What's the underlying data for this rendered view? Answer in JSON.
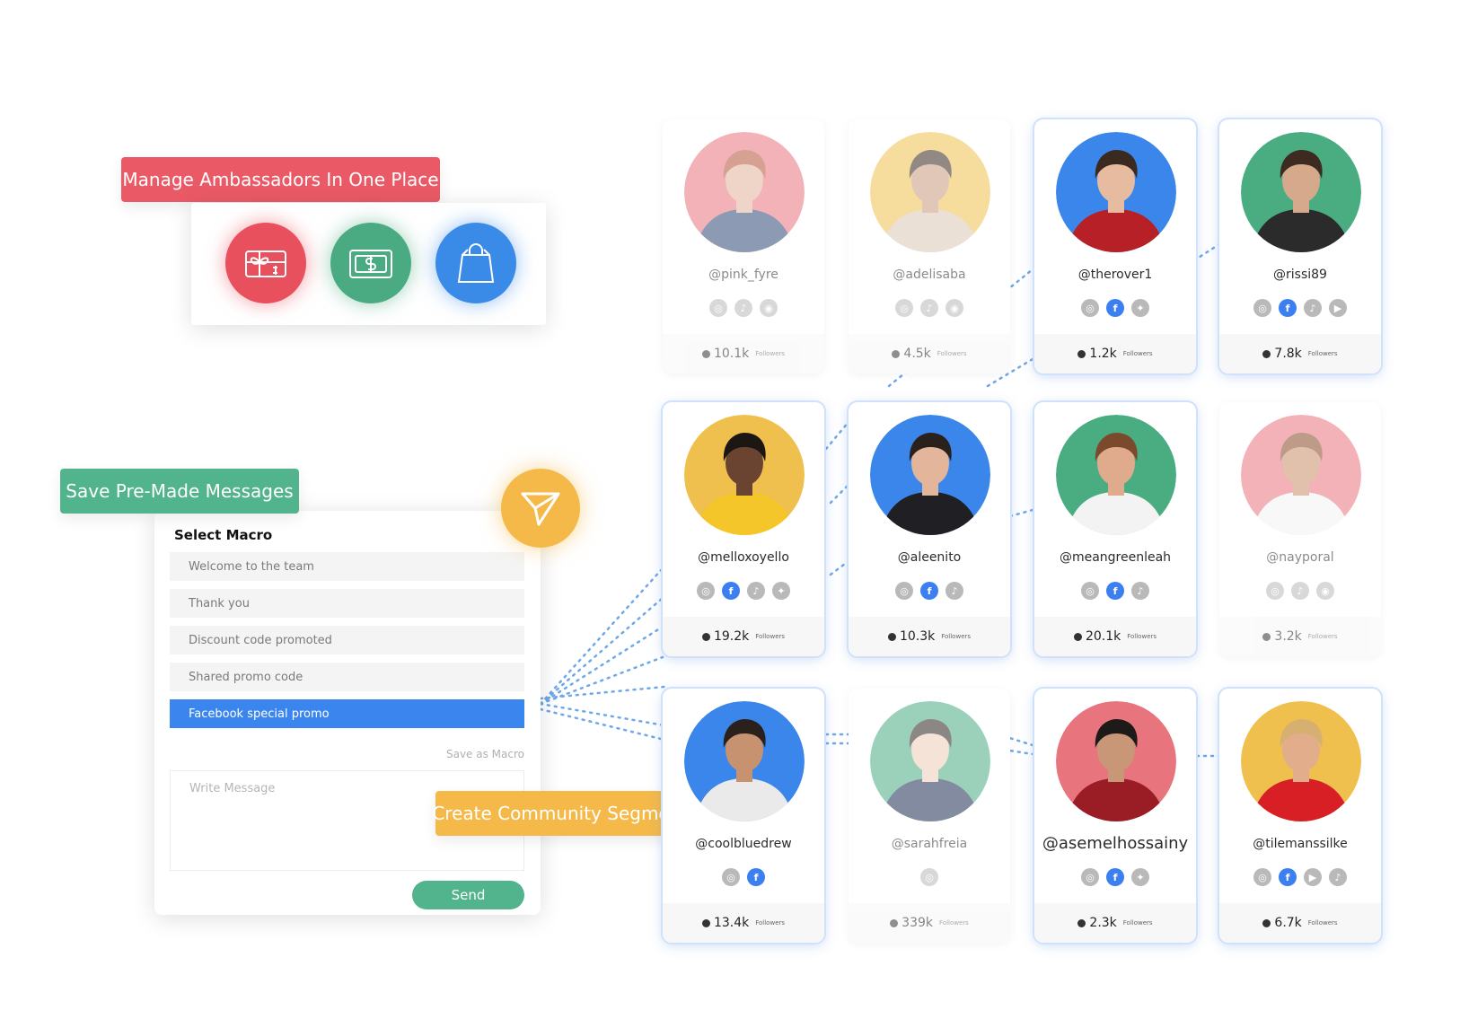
{
  "labels": {
    "manage": "Manage Ambassadors In One Place",
    "save": "Save Pre-Made Messages",
    "create": "Create Community Segments"
  },
  "colors": {
    "red": "#ea5a66",
    "green": "#52b48c",
    "orange": "#f5b94a",
    "blue": "#3b86ee"
  },
  "feature_icons": [
    "gift-card-icon",
    "cash-icon",
    "shopping-bag-icon"
  ],
  "macro": {
    "title": "Select Macro",
    "items": [
      "Welcome to the team",
      "Thank you",
      "Discount code promoted",
      "Shared promo code",
      "Facebook special promo"
    ],
    "selected_index": 4,
    "save_as": "Save as Macro",
    "message_placeholder": "Write Message",
    "send": "Send"
  },
  "followers_label": "Followers",
  "ambassadors": [
    {
      "handle": "@pink_fyre",
      "followers": "10.1k",
      "socials": [
        "instagram",
        "tiktok",
        "snapchat"
      ],
      "bg": "#e8757e",
      "skin": "#e3b49a",
      "hair": "#b6553c",
      "shirt": "#2f4a76",
      "highlighted": false
    },
    {
      "handle": "@adelisaba",
      "followers": "4.5k",
      "socials": [
        "instagram",
        "tiktok",
        "snapchat"
      ],
      "bg": "#f0c04e",
      "skin": "#c99a7e",
      "hair": "#3a2a22",
      "shirt": "#d9c8b3",
      "highlighted": false
    },
    {
      "handle": "@therover1",
      "followers": "1.2k",
      "socials": [
        "instagram",
        "facebook",
        "twitter"
      ],
      "bg": "#3a86ea",
      "skin": "#e6bba0",
      "hair": "#3b2a20",
      "shirt": "#b62026",
      "highlighted": true
    },
    {
      "handle": "@rissi89",
      "followers": "7.8k",
      "socials": [
        "instagram",
        "facebook",
        "tiktok",
        "youtube"
      ],
      "bg": "#4aad82",
      "skin": "#d7a98c",
      "hair": "#3d2b22",
      "shirt": "#2b2b2b",
      "highlighted": true
    },
    {
      "handle": "@melloxoyello",
      "followers": "19.2k",
      "socials": [
        "instagram",
        "facebook",
        "tiktok",
        "twitter"
      ],
      "bg": "#f0c04e",
      "skin": "#6b4431",
      "hair": "#1d1714",
      "shirt": "#f4c62a",
      "highlighted": true
    },
    {
      "handle": "@aleenito",
      "followers": "10.3k",
      "socials": [
        "instagram",
        "facebook",
        "tiktok"
      ],
      "bg": "#3a86ea",
      "skin": "#e3b59b",
      "hair": "#2b211c",
      "shirt": "#1f1f24",
      "highlighted": true
    },
    {
      "handle": "@meangreenleah",
      "followers": "20.1k",
      "socials": [
        "instagram",
        "facebook",
        "tiktok"
      ],
      "bg": "#4aad82",
      "skin": "#dfab8c",
      "hair": "#7b4a2c",
      "shirt": "#f3f3f3",
      "highlighted": true
    },
    {
      "handle": "@nayporal",
      "followers": "3.2k",
      "socials": [
        "instagram",
        "tiktok",
        "snapchat"
      ],
      "bg": "#e8757e",
      "skin": "#c98e6a",
      "hair": "#8a4b2a",
      "shirt": "#f4f4f4",
      "highlighted": false
    },
    {
      "handle": "@coolbluedrew",
      "followers": "13.4k",
      "socials": [
        "instagram",
        "facebook"
      ],
      "bg": "#3a86ea",
      "skin": "#c7926f",
      "hair": "#2b211c",
      "shirt": "#eaeaea",
      "highlighted": true
    },
    {
      "handle": "@sarahfreia",
      "followers": "339k",
      "socials": [
        "instagram"
      ],
      "bg": "#4aad82",
      "skin": "#efcdb8",
      "hair": "#2f2420",
      "shirt": "#1e2e54",
      "highlighted": false
    },
    {
      "handle": "@asemelhossainy",
      "followers": "2.3k",
      "socials": [
        "instagram",
        "facebook",
        "twitter"
      ],
      "bg": "#e8757e",
      "skin": "#c89777",
      "hair": "#1d1a18",
      "shirt": "#9a1d26",
      "highlighted": true
    },
    {
      "handle": "@tilemanssilke",
      "followers": "6.7k",
      "socials": [
        "instagram",
        "facebook",
        "youtube",
        "tiktok"
      ],
      "bg": "#f0c04e",
      "skin": "#e1ad8a",
      "hair": "#d6b070",
      "shirt": "#d91f26",
      "highlighted": true
    }
  ]
}
